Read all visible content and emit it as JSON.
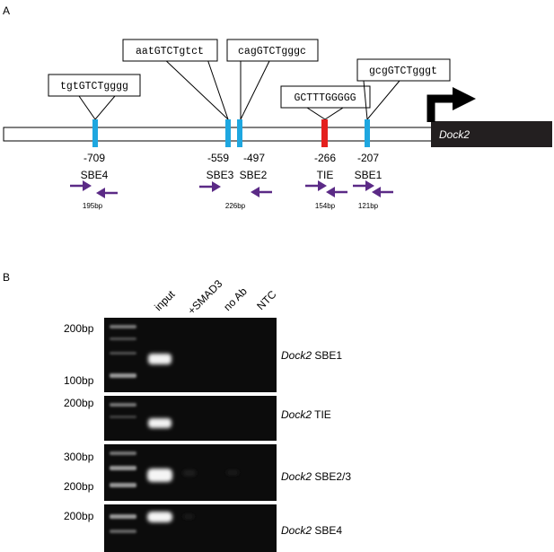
{
  "panel_a": {
    "label": "A",
    "gene_label": "Dock2",
    "colors": {
      "sbe": "#1ea7e0",
      "tie": "#e4201e",
      "arrow": "#5b2a86",
      "gene_box": "#231f20"
    },
    "elements": [
      {
        "name": "SBE4",
        "position": "-709",
        "sequence": "tgtGTCTgggg",
        "type": "sbe"
      },
      {
        "name": "SBE3",
        "position": "-559",
        "sequence": "aatGTCTgtct",
        "type": "sbe"
      },
      {
        "name": "SBE2",
        "position": "-497",
        "sequence": "cagGTCTgggc",
        "type": "sbe"
      },
      {
        "name": "TIE",
        "position": "-266",
        "sequence": "GCTTTGGGGG",
        "type": "tie"
      },
      {
        "name": "SBE1",
        "position": "-207",
        "sequence": "gcgGTCTgggt",
        "type": "sbe"
      }
    ],
    "amplicons": [
      "195bp",
      "226bp",
      "154bp",
      "121bp"
    ]
  },
  "panel_b": {
    "label": "B",
    "lane_labels": [
      "input",
      "+SMAD3",
      "no Ab",
      "NTC"
    ],
    "gels": [
      {
        "label_italic": "Dock2",
        "label_rest": " SBE1",
        "ladder": [
          "200bp",
          "100bp"
        ]
      },
      {
        "label_italic": "Dock2",
        "label_rest": " TIE",
        "ladder": [
          "200bp"
        ]
      },
      {
        "label_italic": "Dock2",
        "label_rest": " SBE2/3",
        "ladder": [
          "300bp",
          "200bp"
        ]
      },
      {
        "label_italic": "Dock2",
        "label_rest": " SBE4",
        "ladder": [
          "200bp"
        ]
      }
    ]
  }
}
